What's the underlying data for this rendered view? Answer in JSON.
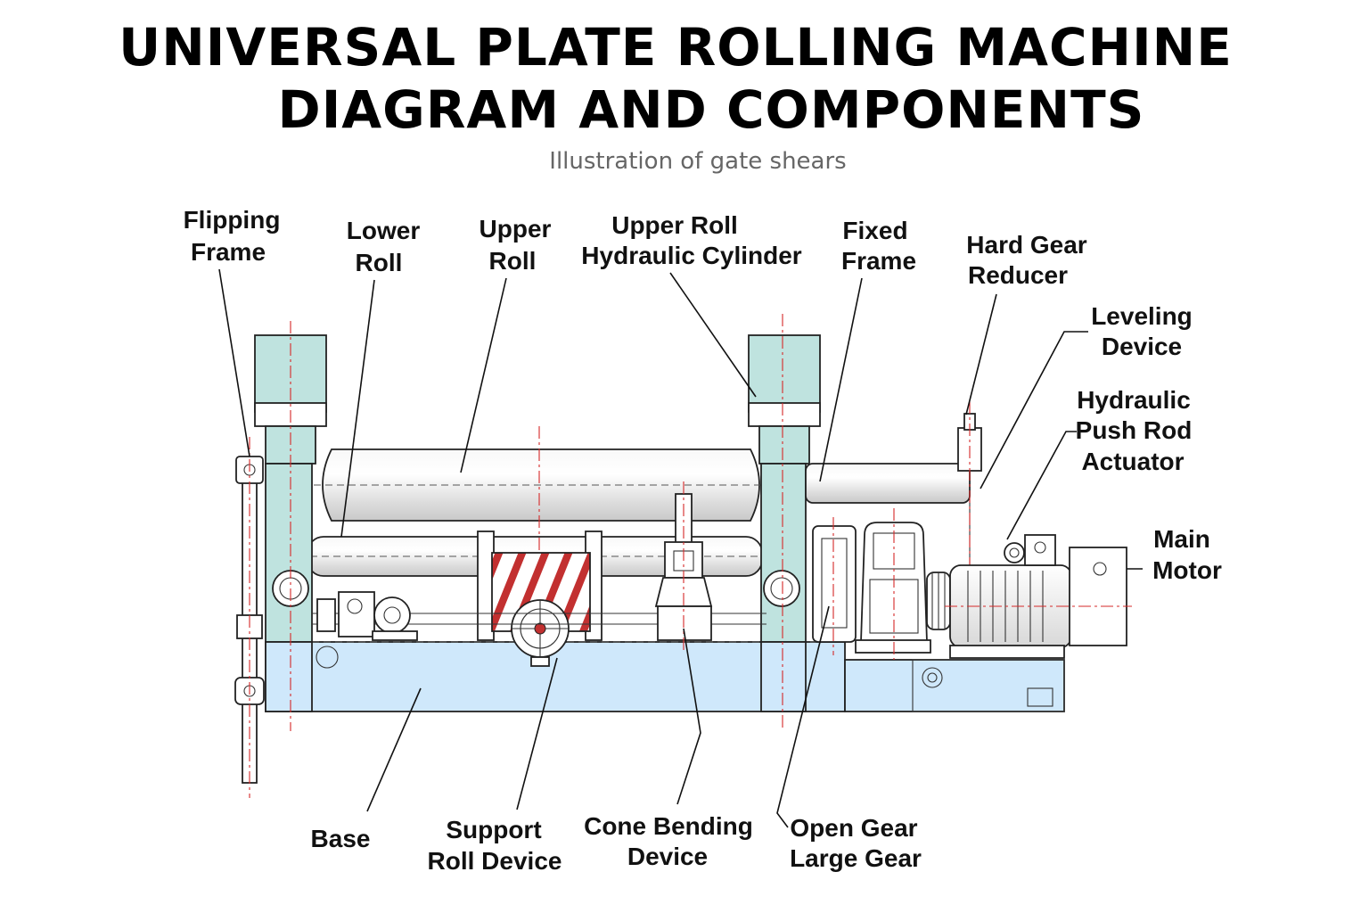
{
  "title": {
    "line1": "UNIVERSAL PLATE ROLLING MACHINE",
    "line2": "DIAGRAM AND COMPONENTS"
  },
  "subtitle": "Illustration of gate shears",
  "colors": {
    "frame_teal": "#bfe3df",
    "base_blue": "#cfe8fb",
    "roll_gray": "#e6e6e6",
    "outline": "#222222",
    "centerline_red": "#d62828"
  },
  "labels": {
    "flipping_frame": [
      "Flipping",
      "Frame"
    ],
    "lower_roll": [
      "Lower",
      "Roll"
    ],
    "upper_roll": [
      "Upper",
      "Roll"
    ],
    "upper_roll_cylinder": [
      "Upper Roll",
      "Hydraulic Cylinder"
    ],
    "fixed_frame": [
      "Fixed",
      "Frame"
    ],
    "hard_gear_reducer": [
      "Hard Gear",
      "Reducer"
    ],
    "leveling_device": [
      "Leveling",
      "Device"
    ],
    "push_rod_actuator": [
      "Hydraulic",
      "Push Rod",
      "Actuator"
    ],
    "main_motor": [
      "Main",
      "Motor"
    ],
    "base": [
      "Base"
    ],
    "support_roll_device": [
      "Support",
      "Roll Device"
    ],
    "cone_bending_device": [
      "Cone Bending",
      "Device"
    ],
    "open_gear_large_gear": [
      "Open Gear",
      "Large Gear"
    ]
  }
}
